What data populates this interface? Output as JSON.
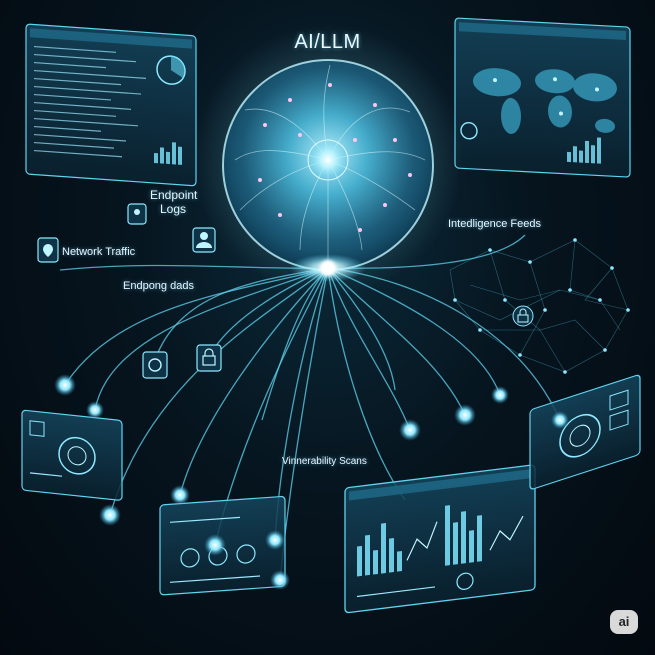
{
  "title": "AI/LLM",
  "labels": {
    "endpoint_logs_line1": "Endpoint",
    "endpoint_logs_line2": "Logs",
    "network_traffic": "Network Traffic",
    "endpoint_dads": "Endpong dads",
    "intelligence_feeds": "Intedligence Feeds",
    "vulnerability_scans": "Vinnerability Scans"
  },
  "badge": "ai",
  "colors": {
    "glow": "#7fe6ff",
    "line": "#5fd4f0",
    "panel": "#0f3346",
    "background": "#03090f"
  },
  "icons": [
    "user-icon",
    "location-pin-icon",
    "lock-icon",
    "sync-icon"
  ]
}
